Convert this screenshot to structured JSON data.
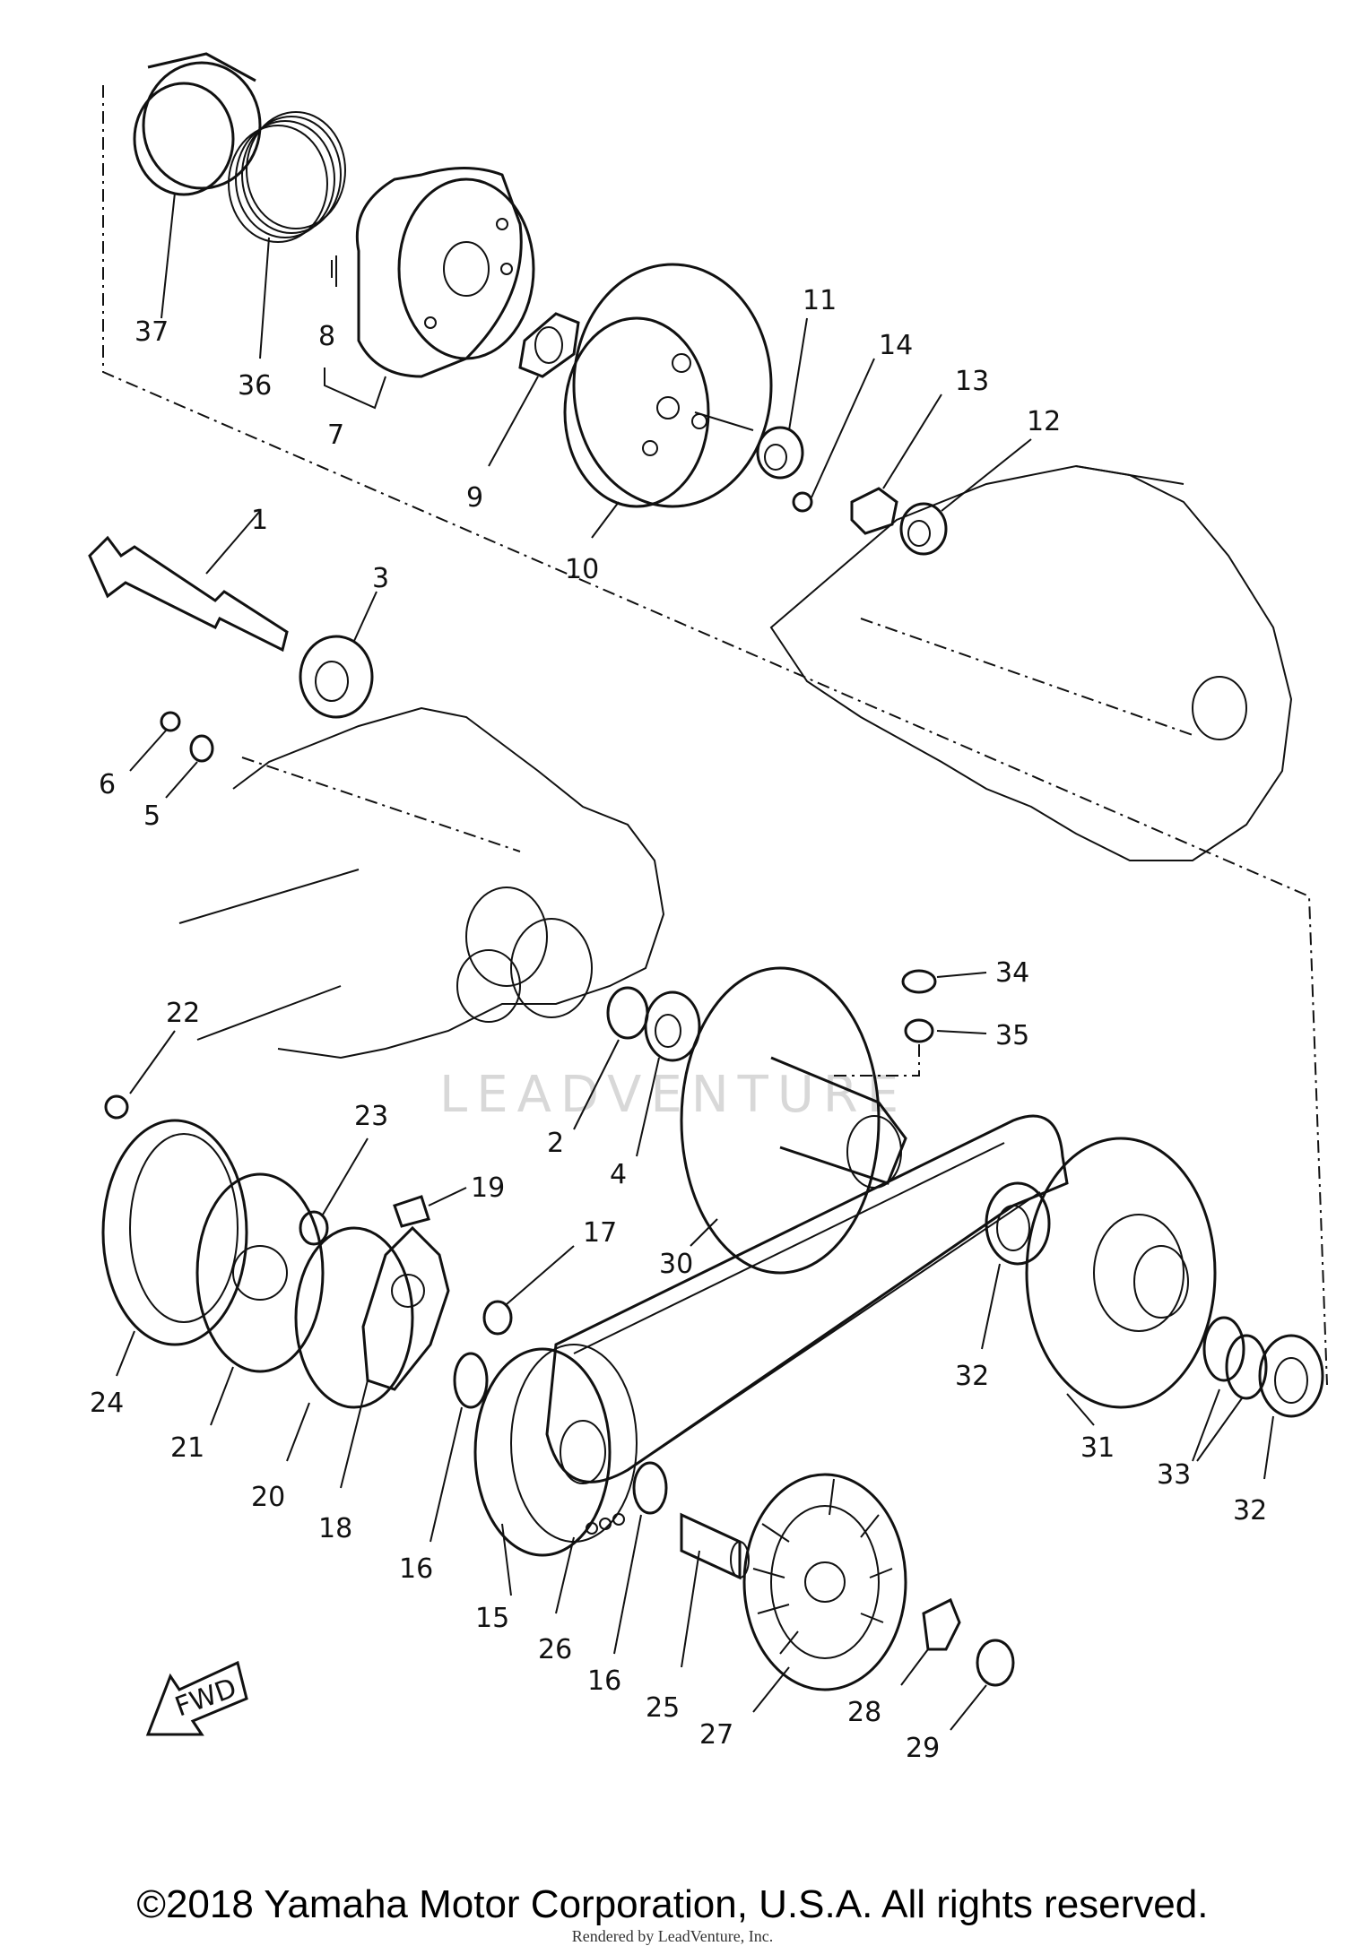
{
  "diagram": {
    "labels": [
      "37",
      "36",
      "8",
      "7",
      "9",
      "10",
      "11",
      "14",
      "13",
      "12",
      "1",
      "3",
      "6",
      "5",
      "34",
      "35",
      "22",
      "2",
      "4",
      "23",
      "19",
      "17",
      "30",
      "32",
      "31",
      "33",
      "32",
      "24",
      "21",
      "20",
      "18",
      "16",
      "15",
      "26",
      "16",
      "25",
      "27",
      "28",
      "29"
    ],
    "fwd_label": "FWD",
    "watermark": "LEADVENTURE"
  },
  "footer": {
    "copyright": "©2018 Yamaha Motor Corporation, U.S.A. All rights reserved.",
    "render_note": "Rendered by LeadVenture, Inc."
  }
}
